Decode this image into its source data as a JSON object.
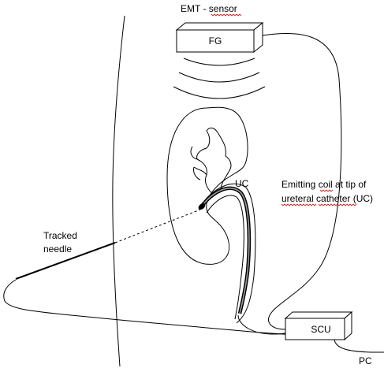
{
  "labels": {
    "title_part1": "EMT - ",
    "title_part2": "sensor",
    "fg": "FG",
    "uc": "UC",
    "coil_line1_a": "Emitting ",
    "coil_line1_b": "coil",
    "coil_line1_c": " at tip of",
    "coil_line2_a": "ureteral",
    "coil_line2_b": " ",
    "coil_line2_c": "catheter",
    "coil_line2_d": " (UC)",
    "needle_line1": "Tracked",
    "needle_line2": "needle",
    "scu": "SCU",
    "pc": "PC"
  }
}
